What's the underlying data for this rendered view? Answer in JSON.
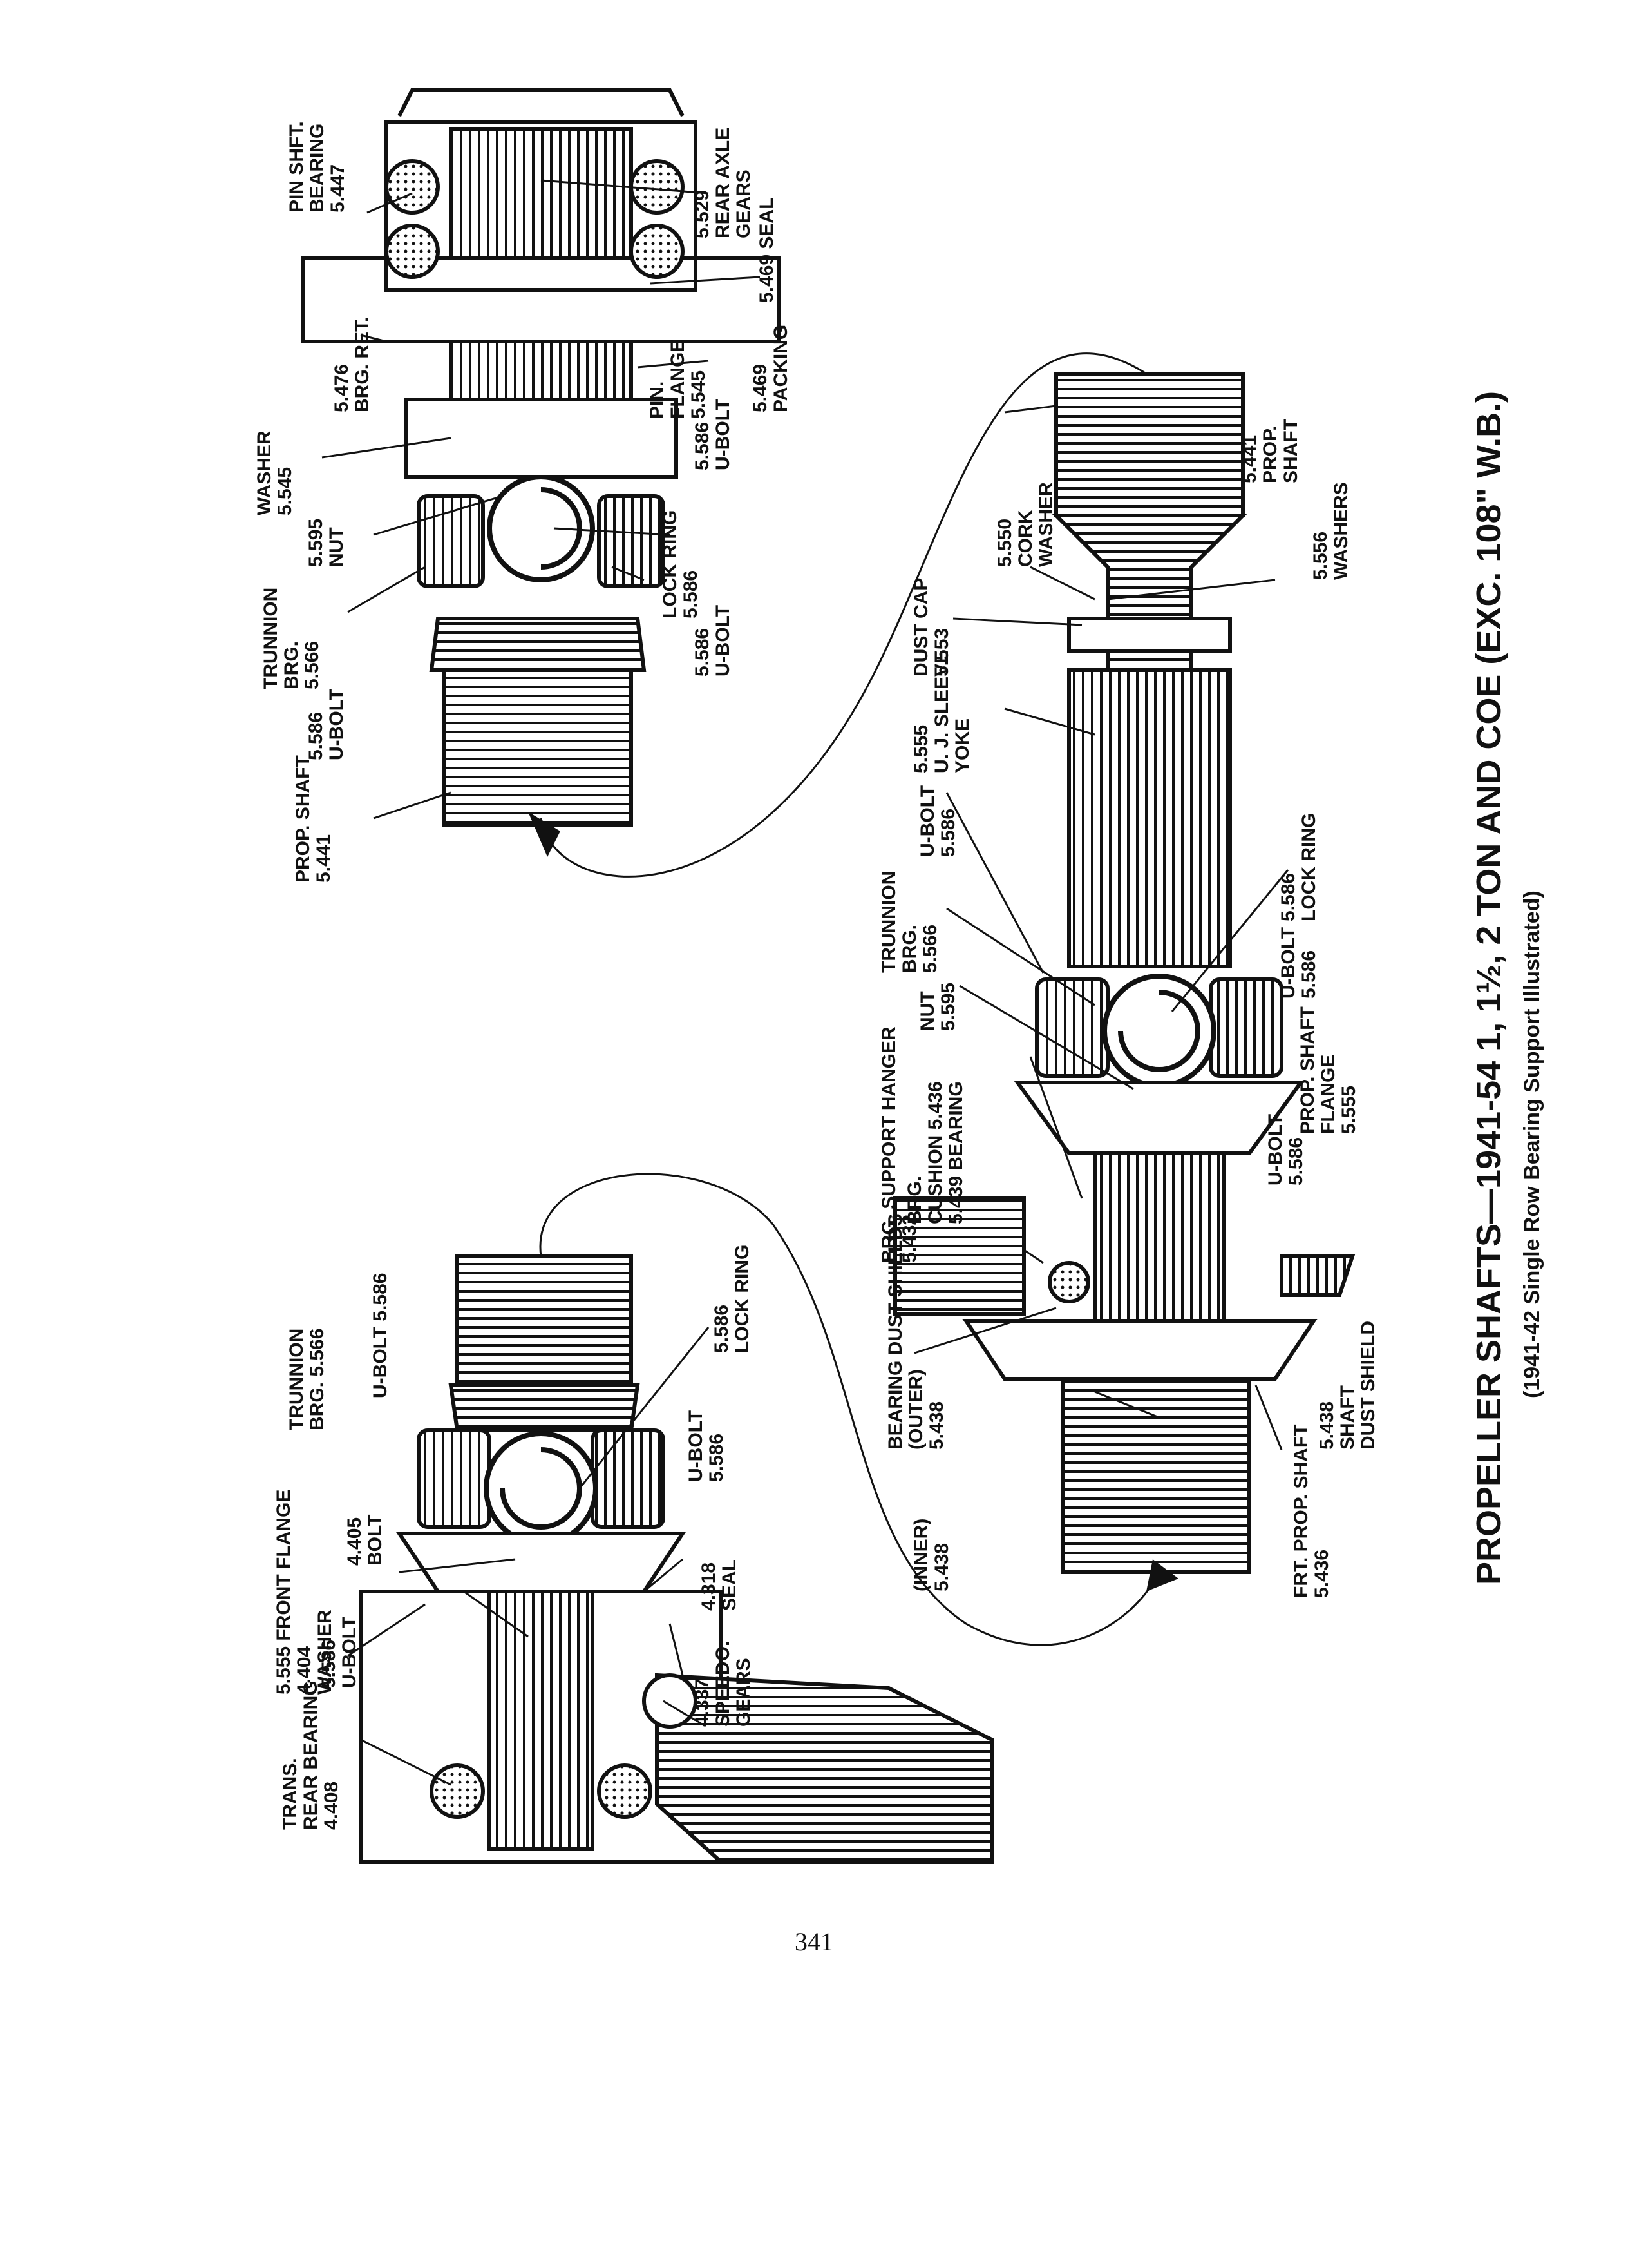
{
  "title": "PROPELLER SHAFTS—1941-54 1, 1½, 2 TON AND COE (EXC. 108\" W.B.)",
  "subtitle": "(1941-42 Single Row Bearing Support Illustrated)",
  "page_number": "341",
  "callouts": {
    "pin_shft_bearing": [
      "PIN SHFT.",
      "BEARING",
      "5.447"
    ],
    "rear_axle_gears": [
      "5.529",
      "REAR AXLE",
      "GEARS"
    ],
    "seal_5469": [
      "5.469 SEAL"
    ],
    "brg_ret": [
      "5.476",
      "BRG. RET."
    ],
    "pin_flange": [
      "PIN.",
      "FLANGE",
      "5.545"
    ],
    "packing": [
      "5.469",
      "PACKING"
    ],
    "washer_5545": [
      "WASHER",
      "5.545"
    ],
    "nut_rear": [
      "5.595",
      "NUT"
    ],
    "ubolt_rear_top": [
      "5.586",
      "U-BOLT"
    ],
    "lock_ring_rear": [
      "LOCK RING",
      "5.586"
    ],
    "trunnion_brg_rear": [
      "TRUNNION",
      "BRG.",
      "5.566"
    ],
    "ubolt_rear_mid": [
      "5.586",
      "U-BOLT"
    ],
    "ubolt_rear_left": [
      "5.586",
      "U-BOLT"
    ],
    "prop_shaft_rear": [
      "PROP. SHAFT",
      "5.441"
    ],
    "prop_shaft_mid": [
      "5.441",
      "PROP.",
      "SHAFT"
    ],
    "cork_washer": [
      "5.550",
      "CORK",
      "WASHER"
    ],
    "washers_5556": [
      "5.556",
      "WASHERS"
    ],
    "dust_cap": [
      "DUST CAP",
      "5.553"
    ],
    "uj_sleeve_yoke": [
      "5.555",
      "U. J. SLEEVE",
      "YOKE"
    ],
    "ubolt_mid_top": [
      "U-BOLT",
      "5.586"
    ],
    "trunnion_brg_mid": [
      "TRUNNION",
      "BRG.",
      "5.566"
    ],
    "nut_mid": [
      "NUT",
      "5.595"
    ],
    "lock_ring_mid": [
      "5.586",
      "LOCK RING"
    ],
    "ubolt_mid_right": [
      "U-BOLT",
      "5.586"
    ],
    "prop_shaft_flange": [
      "PROP. SHAFT",
      "FLANGE",
      "5.555"
    ],
    "ubolt_mid_left": [
      "U-BOLT",
      "5.586"
    ],
    "brg_support_hanger": [
      "BRG. SUPPORT HANGER",
      "5.432"
    ],
    "brg_cushion": [
      "BRG.",
      "CUSHION 5.436",
      "5.439 BEARING"
    ],
    "dust_shields_outer": [
      "BEARING DUST SHIELDS",
      "(OUTER)",
      "5.438"
    ],
    "dust_shields_inner": [
      "(INNER)",
      "5.438"
    ],
    "frt_prop_shaft": [
      "FRT. PROP. SHAFT",
      "5.436"
    ],
    "shaft_dust_shield": [
      "5.438",
      "SHAFT",
      "DUST SHIELD"
    ],
    "front_flange": [
      "5.555 FRONT FLANGE",
      "4.404",
      "WASHER"
    ],
    "ubolt_front_left": [
      "5.586",
      "U-BOLT"
    ],
    "trans_rear_bearing": [
      "TRANS.",
      "REAR BEARING",
      "4.408"
    ],
    "ubolt_front_top": [
      "U-BOLT 5.586"
    ],
    "trunnion_brg_front": [
      "TRUNNION",
      "BRG. 5.566"
    ],
    "bolt_4405": [
      "4.405",
      "BOLT"
    ],
    "lock_ring_front": [
      "5.586",
      "LOCK RING"
    ],
    "ubolt_front_right": [
      "U-BOLT",
      "5.586"
    ],
    "seal_4318": [
      "4.318",
      "SEAL"
    ],
    "speedo_gears": [
      "4.337",
      "SPEEDO.",
      "GEARS"
    ]
  }
}
